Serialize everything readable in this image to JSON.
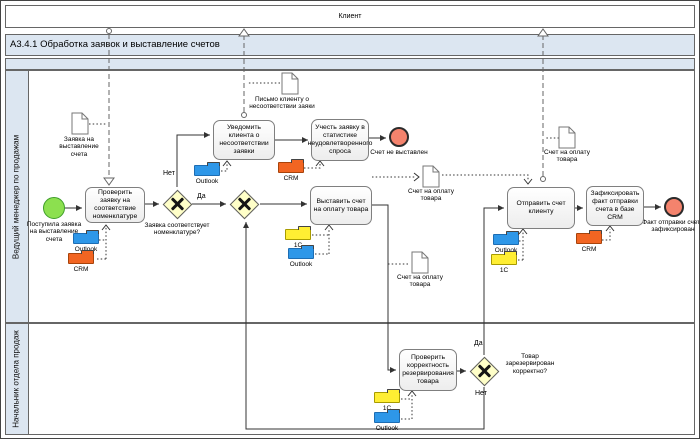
{
  "client_pool": {
    "label": "Клиент"
  },
  "process": {
    "title": "A3.4.1 Обработка заявок и выставление счетов"
  },
  "lanes": [
    {
      "label": "Ведущий менеджер по продажам"
    },
    {
      "label": "Начальник отдела продаж"
    }
  ],
  "events": {
    "start": {
      "label": "Поступила заявка на выставление счета"
    },
    "end_not_issued": {
      "label": "Счет не выставлен"
    },
    "end_fixed": {
      "label": "Факт отправки счета зафиксирован"
    }
  },
  "tasks": {
    "check_request": {
      "label": "Проверить заявку на соответствие номенклатуре"
    },
    "notify_client": {
      "label": "Уведомить клиента о несоответствии заявки"
    },
    "account_stat": {
      "label": "Учесть заявку в статистике неудовлетворенного спроса"
    },
    "issue_invoice": {
      "label": "Выставить счет на оплату товара"
    },
    "send_invoice": {
      "label": "Отправить счет клиенту"
    },
    "fix_crm": {
      "label": "Зафиксировать факт отправки счета в базе CRM"
    },
    "check_reserve": {
      "label": "Проверить корректность резервирования товара"
    }
  },
  "gateways": {
    "match": {
      "label": "Заявка соответствует номенклатуре?"
    },
    "reserve": {
      "label": "Товар зарезервирован корректно?"
    }
  },
  "labels": {
    "yes": "Да",
    "no": "Нет"
  },
  "documents": {
    "request": {
      "label": "Заявка на выставление счета"
    },
    "letter": {
      "label": "Письмо клиенту о несоответствии заяки"
    },
    "invoice": {
      "label": "Счет на оплату товара"
    }
  },
  "systems": {
    "outlook": "Outlook",
    "crm": "CRM",
    "onec": "1С"
  },
  "colors": {
    "lane_fill": "#dce6f1",
    "task_fill": "#ffffff",
    "gateway_fill": "#ffffc8",
    "start_event": "#8ce04f",
    "end_event": "#f4836d",
    "outlook_folder": "#2e97e8",
    "crm_folder": "#f26522",
    "onec_folder": "#ffee33"
  }
}
